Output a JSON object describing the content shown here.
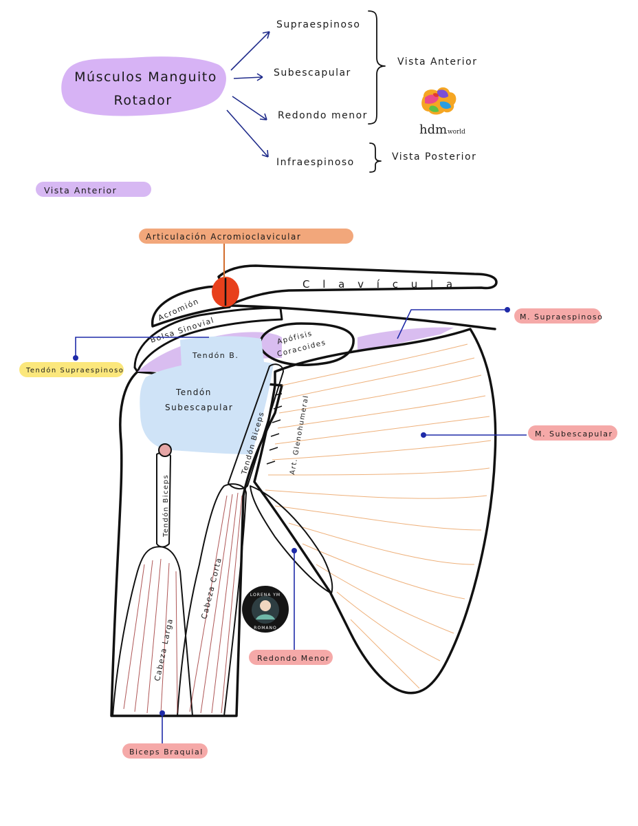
{
  "header": {
    "title_line1": "Músculos Manguito",
    "title_line2": "Rotador",
    "muscles": [
      "Supraespinoso",
      "Subescapular",
      "Redondo menor",
      "Infraespinoso"
    ],
    "anterior_group": "Vista Anterior",
    "posterior_group": "Vista Posterior",
    "logo_text": "hdm",
    "logo_suffix": ".world"
  },
  "section_tag": "Vista Anterior",
  "labels": {
    "articulacion": "Articulación Acromioclavicular",
    "clavicula": "C l a v í c u l a",
    "acromion": "Acromión",
    "bolsa": "Bolsa Sinovial",
    "apofisis_1": "Apófisis",
    "apofisis_2": "Coracoides",
    "tendon_b": "Tendón B.",
    "tendon_sub_1": "Tendón",
    "tendon_sub_2": "Subescapular",
    "tendon_biceps_short": "Tendón Biceps",
    "tendon_biceps_long": "Tendón Biceps",
    "art_gleno": "Art. Glenohumeral",
    "cabeza_larga": "Cabeza Larga",
    "cabeza_corta": "Cabeza Corta",
    "m_supraespinoso": "M. Supraespinoso",
    "tendon_supraespinoso": "Tendón Supraespinoso",
    "m_subescapular": "M. Subescapular",
    "redondo_menor": "Redondo Menor",
    "biceps_braquial": "Biceps Braquial"
  },
  "badge": {
    "top": "LORENA YM",
    "bottom": "ROMANO"
  },
  "colors": {
    "purple": "#d7b3f5",
    "orange_tag": "#f2a77b",
    "pink_tag": "#f5a9a8",
    "yellow_tag": "#fbe77c",
    "subscapularis": "#f7d9ab",
    "tendon_blue": "#cfe3f7",
    "biceps_red": "#d83a3a",
    "teres_green": "#8fcf3c",
    "supraspinatus": "#d9bdf0",
    "bursa": "#f3c9c4",
    "ac_joint": "#e8401c"
  }
}
